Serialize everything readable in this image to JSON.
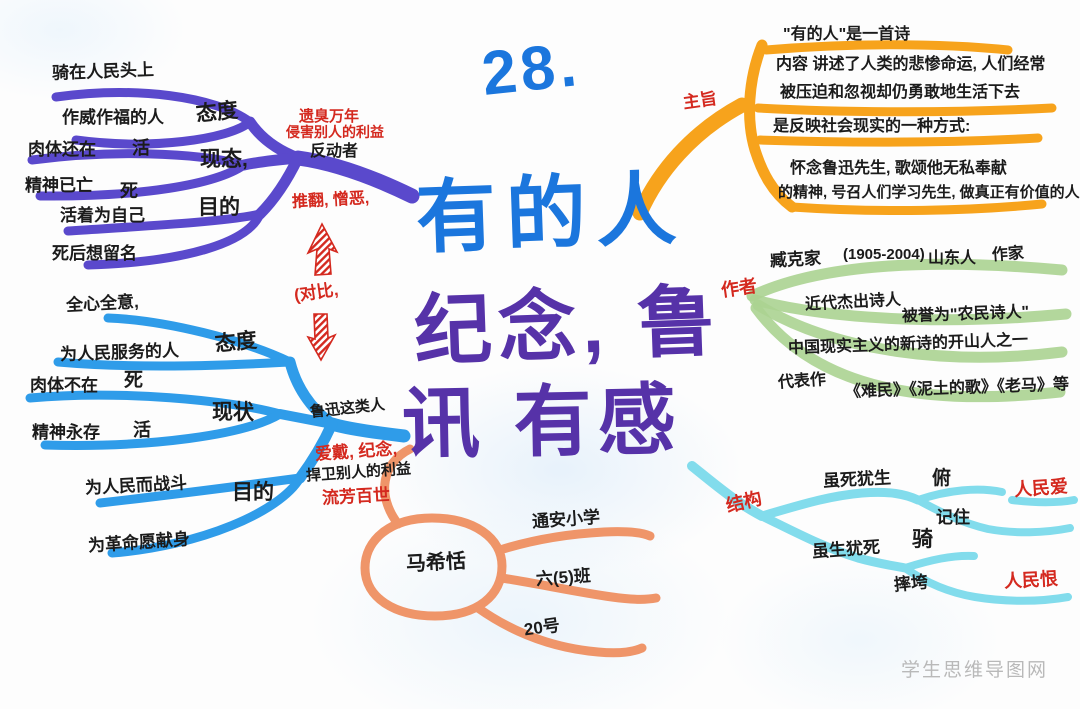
{
  "lesson": {
    "number": "28.",
    "title_line1": "有的人",
    "title_line2": "纪念, 鲁",
    "title_line3": "讯 有感"
  },
  "watermark": "学生思维导图网",
  "colors": {
    "title_blue": "#1b76dd",
    "title_purple": "#5632a8",
    "purple_branch": "#5a49cc",
    "blue_branch": "#2f9ce9",
    "orange_branch": "#f7a31c",
    "green_branch": "#abd391",
    "cyan_branch": "#82dcec",
    "salmon_branch": "#ef9569",
    "red_note": "#d4291f"
  },
  "purple_branch": {
    "attitude": {
      "label": "态度",
      "line1": "骑在人民头上",
      "line2": "作威作福的人"
    },
    "status": {
      "label": "现态,",
      "line1": "肉体还在",
      "line1_tag": "活",
      "line2": "精神已亡",
      "line2_tag": "死"
    },
    "purpose": {
      "label": "目的",
      "line1": "活着为自己",
      "line2": "死后想留名"
    },
    "notes": {
      "red1": "遗臭万年",
      "red2": "侵害别人的利益",
      "black1": "反动者",
      "red3": "推翻, 憎恶,"
    }
  },
  "compare": {
    "note": "(对比,"
  },
  "blue_branch": {
    "attitude": {
      "label": "态度",
      "line1": "全心全意,",
      "line2": "为人民服务的人"
    },
    "status": {
      "label": "现状",
      "line1": "肉体不在",
      "line1_tag": "死",
      "line2": "精神永存",
      "line2_tag": "活"
    },
    "purpose": {
      "label": "目的",
      "line1": "为人民而战斗",
      "line2": "为革命愿献身"
    },
    "notes": {
      "black1": "鲁迅这类人",
      "red1": "爱戴, 纪念,",
      "black2": "捍卫别人的利益",
      "red2": "流芳百世"
    }
  },
  "theme": {
    "label": "主旨",
    "line1": "\"有的人\"是一首诗",
    "line2": "内容 讲述了人类的悲惨命运, 人们经常",
    "line3": "被压迫和忽视却仍勇敢地生活下去",
    "line4": "是反映社会现实的一种方式:",
    "line5": "怀念鲁迅先生, 歌颂他无私奉献",
    "line6": "的精神, 号召人们学习先生, 做真正有价值的人"
  },
  "author": {
    "label": "作者",
    "name": "臧克家",
    "years": "(1905-2004)",
    "origin": "山东人",
    "role": "作家",
    "title2": "近代杰出诗人",
    "honor": "被誉为\"农民诗人\"",
    "claim": "中国现实主义的新诗的开山人之一",
    "works_label": "代表作",
    "works": "《难民》《泥土的歌》《老马》等"
  },
  "structure": {
    "label": "结构",
    "top": {
      "main": "虽死犹生",
      "sub1": "俯",
      "sub2": "记住",
      "note": "人民爱"
    },
    "bottom": {
      "main": "虽生犹死",
      "sub1": "骑",
      "sub2": "摔垮",
      "note": "人民恨"
    }
  },
  "signature": {
    "name": "马希恬",
    "school": "通安小学",
    "class_name": "六(5)班",
    "number": "20号"
  }
}
